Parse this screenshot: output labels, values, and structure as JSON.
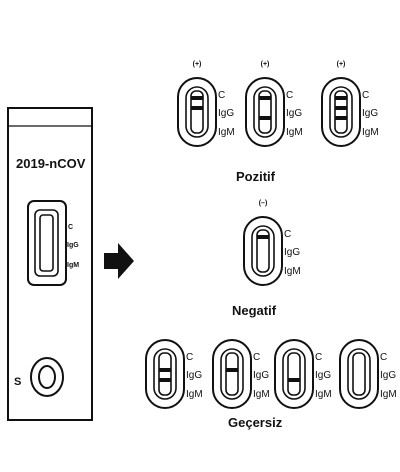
{
  "cassette": {
    "title": "2019-nCOV",
    "labels": [
      "C",
      "IgG",
      "IgM"
    ],
    "sample_label": "S"
  },
  "groups": [
    {
      "caption": "Pozitif",
      "strips": [
        {
          "sign": "(+)",
          "labels": [
            "C",
            "IgG",
            "IgM"
          ],
          "lines": [
            "C",
            "IgG"
          ]
        },
        {
          "sign": "(+)",
          "labels": [
            "C",
            "IgG",
            "IgM"
          ],
          "lines": [
            "C",
            "IgM"
          ]
        },
        {
          "sign": "(+)",
          "labels": [
            "C",
            "IgG",
            "IgM"
          ],
          "lines": [
            "C",
            "IgG",
            "IgM"
          ]
        }
      ]
    },
    {
      "caption": "Negatif",
      "strips": [
        {
          "sign": "(–)",
          "labels": [
            "C",
            "IgG",
            "IgM"
          ],
          "lines": [
            "C"
          ]
        }
      ]
    },
    {
      "caption": "Geçersiz",
      "strips": [
        {
          "sign": "",
          "labels": [
            "C",
            "IgG",
            "IgM"
          ],
          "lines": [
            "IgG",
            "IgM"
          ]
        },
        {
          "sign": "",
          "labels": [
            "C",
            "IgG",
            "IgM"
          ],
          "lines": [
            "IgG"
          ]
        },
        {
          "sign": "",
          "labels": [
            "C",
            "IgG",
            "IgM"
          ],
          "lines": [
            "IgM"
          ]
        },
        {
          "sign": "",
          "labels": [
            "C",
            "IgG",
            "IgM"
          ],
          "lines": []
        }
      ]
    }
  ]
}
